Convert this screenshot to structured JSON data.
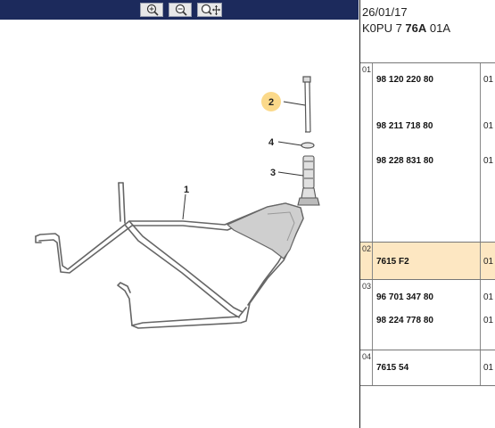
{
  "toolbar": {
    "zoom_in_icon": "zoom-in-icon",
    "zoom_out_icon": "zoom-out-icon",
    "pan_icon": "zoom-move-icon"
  },
  "header": {
    "date": "26/01/17",
    "code_prefix": "K0PU 7 ",
    "code_bold": "76A",
    "code_suffix": " 01A"
  },
  "callouts": [
    "1",
    "2",
    "3",
    "4"
  ],
  "colors": {
    "toolbar_bg": "#1c2a5c",
    "highlight_row": "#fde7c2",
    "highlight_badge": "#fbd98a"
  },
  "table": {
    "groups": [
      {
        "num": "01",
        "refs": [
          "98 120 220 80",
          "98 211 718 80",
          "98 228 831 80"
        ],
        "qtys": [
          "01",
          "01",
          "01"
        ]
      },
      {
        "num": "02",
        "refs": [
          "7615 F2"
        ],
        "qtys": [
          "01"
        ],
        "highlighted": true
      },
      {
        "num": "03",
        "refs": [
          "96 701 347 80",
          "98 224 778 80"
        ],
        "qtys": [
          "01",
          "01"
        ]
      },
      {
        "num": "04",
        "refs": [
          "7615 54"
        ],
        "qtys": [
          "01"
        ]
      }
    ]
  }
}
